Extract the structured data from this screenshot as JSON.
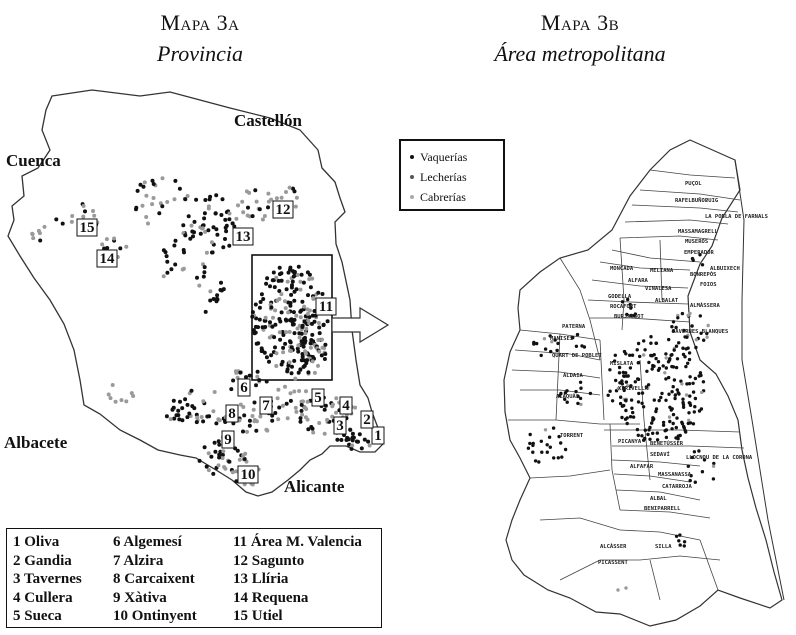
{
  "map_a": {
    "title": "Mapa 3a",
    "subtitle": "Provincia",
    "regions": {
      "castellon": "Castellón",
      "cuenca": "Cuenca",
      "albacete": "Albacete",
      "alicante": "Alicante"
    },
    "number_labels": [
      "1",
      "2",
      "3",
      "4",
      "5",
      "6",
      "7",
      "8",
      "9",
      "10",
      "11",
      "12",
      "13",
      "14",
      "15"
    ],
    "key": [
      "1 Oliva",
      "2 Gandia",
      "3 Tavernes",
      "4 Cullera",
      "5 Sueca",
      "6 Algemesí",
      "7 Alzira",
      "8 Carcaixent",
      "9 Xàtiva",
      "10 Ontinyent",
      "11 Área M. Valencia",
      "12 Sagunto",
      "13 Llíria",
      "14 Requena",
      "15 Utiel"
    ]
  },
  "map_b": {
    "title": "Mapa 3b",
    "subtitle": "Área metropolitana",
    "legend": [
      "Vaquerías",
      "Lecherías",
      "Cabrerías"
    ],
    "municipality_labels": [
      "PUÇOL",
      "RAFELBUÑOL",
      "PUIG",
      "LA POBLA DE FARNALS",
      "MASSAMAGRELL",
      "MUSEROS",
      "EMPERADOR",
      "MONCADA",
      "ALFARA",
      "VINALESA",
      "FOIOS",
      "ALBUIXECH",
      "MELIANA",
      "BONREPÒS",
      "GODELLA",
      "ALBALAT",
      "ROCAFORT",
      "BURJASSOT",
      "ALMÀSSERA",
      "PATERNA",
      "MANISES",
      "QUART DE POBLET",
      "ALDAIA",
      "MISLATA",
      "XIRIVELLA",
      "ALAQUÀS",
      "TORRENT",
      "PICANYA",
      "BENETÚSSER",
      "ALFAFAR",
      "SEDAVÍ",
      "MASSANASSA",
      "CATARROJA",
      "ALBAL",
      "BENIPARRELL",
      "SILLA",
      "ALCÀSSER",
      "PICASSENT",
      "LLOCNOU DE LA CORONA",
      "TAVERNES BLANQUES"
    ]
  },
  "colors": {
    "black_dot": "#111111",
    "gray_dot": "#9a9a9a",
    "ink": "#111111"
  }
}
